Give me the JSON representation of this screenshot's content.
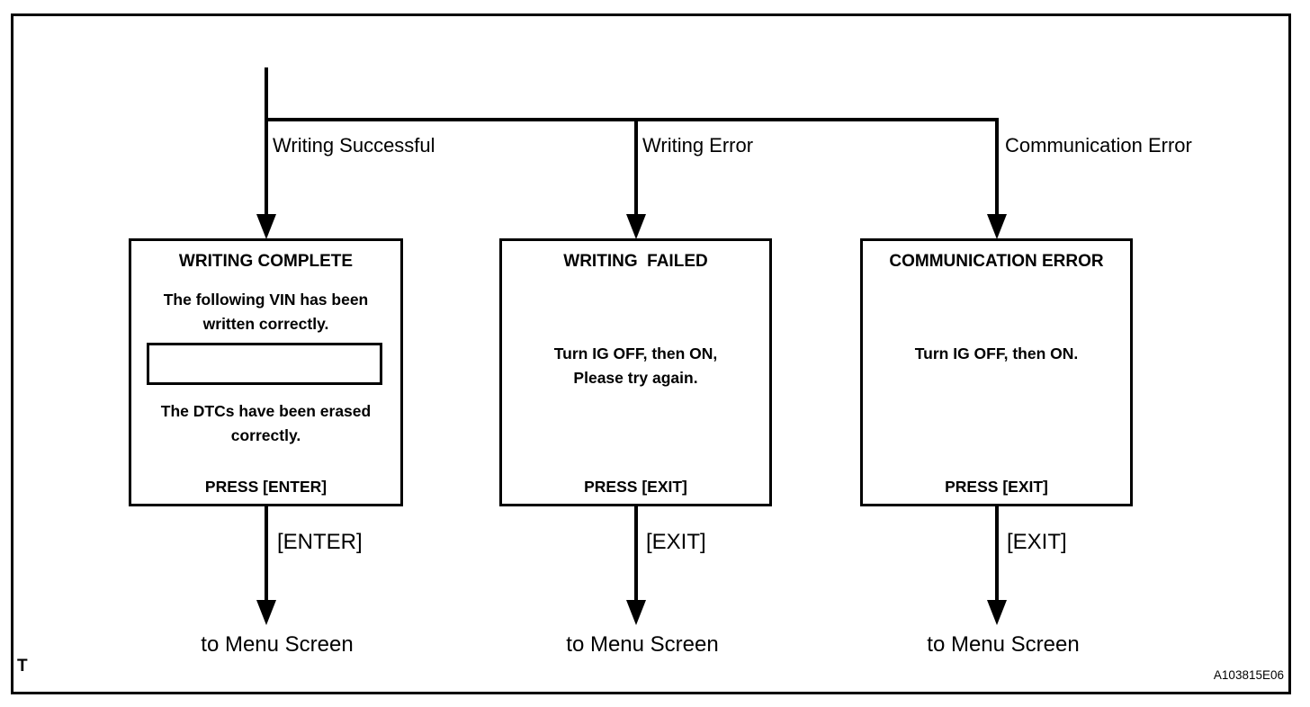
{
  "figure": {
    "page_marker": "T",
    "code": "A103815E06"
  },
  "branches": [
    {
      "condition": "Writing Successful",
      "key_label": "[ENTER]",
      "destination": "to Menu Screen",
      "box": {
        "title": "WRITING COMPLETE",
        "message1_line1": "The following VIN has been",
        "message1_line2": "written correctly.",
        "vin_field_value": "",
        "message2_line1": "The DTCs have been erased",
        "message2_line2": "correctly.",
        "press_instruction": "PRESS [ENTER]"
      }
    },
    {
      "condition": "Writing Error",
      "key_label": "[EXIT]",
      "destination": "to Menu Screen",
      "box": {
        "title": "WRITING  FAILED",
        "message_line1": "Turn IG OFF, then ON,",
        "message_line2": "Please try again.",
        "press_instruction": "PRESS [EXIT]"
      }
    },
    {
      "condition": "Communication Error",
      "key_label": "[EXIT]",
      "destination": "to Menu Screen",
      "box": {
        "title": "COMMUNICATION ERROR",
        "message_line1": "Turn IG OFF, then ON.",
        "press_instruction": "PRESS [EXIT]"
      }
    }
  ],
  "colors": {
    "line": "#000000",
    "background": "#ffffff"
  }
}
